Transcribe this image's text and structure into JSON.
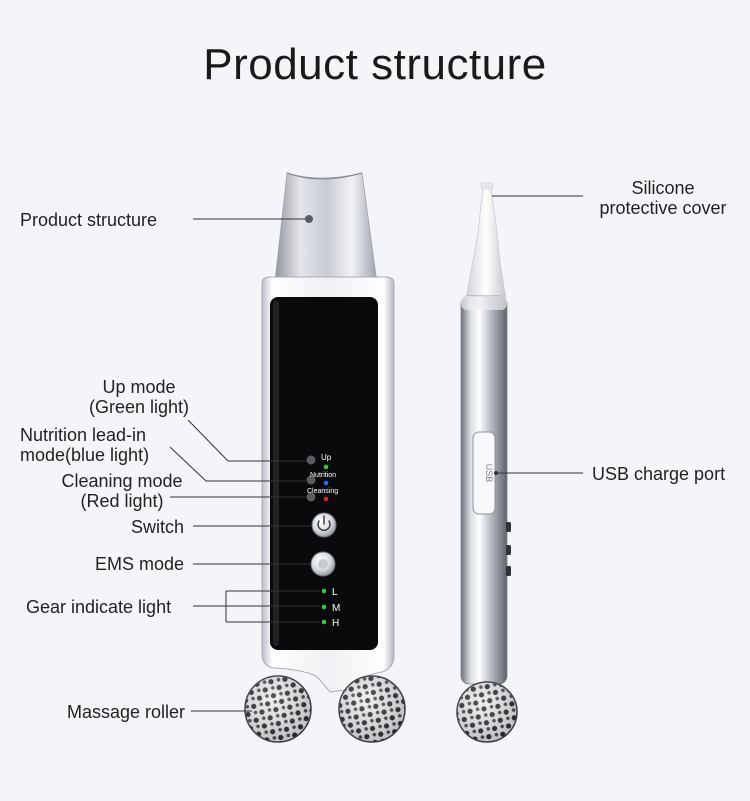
{
  "title": "Product structure",
  "labels": {
    "head": "Product structure",
    "up_mode_1": "Up mode",
    "up_mode_2": "(Green light)",
    "nutrition_1": "Nutrition lead-in",
    "nutrition_2": "mode(blue light)",
    "cleaning_1": "Cleaning mode",
    "cleaning_2": "(Red light)",
    "switch": "Switch",
    "ems": "EMS mode",
    "gear": "Gear indicate light",
    "roller": "Massage roller",
    "silicone_1": "Silicone",
    "silicone_2": "protective cover",
    "usb": "USB charge port"
  },
  "device_text": {
    "up": "Up",
    "nutrition": "Nutrition",
    "cleansing": "Cleansing",
    "gear_l": "L",
    "gear_m": "M",
    "gear_h": "H",
    "usb_port": "USB"
  },
  "colors": {
    "background": "#f4f5f9",
    "panel": "#0a0a0c",
    "green_led": "#29d03c",
    "blue_led": "#2a6cf0",
    "red_led": "#e02424",
    "leader": "#333333"
  }
}
